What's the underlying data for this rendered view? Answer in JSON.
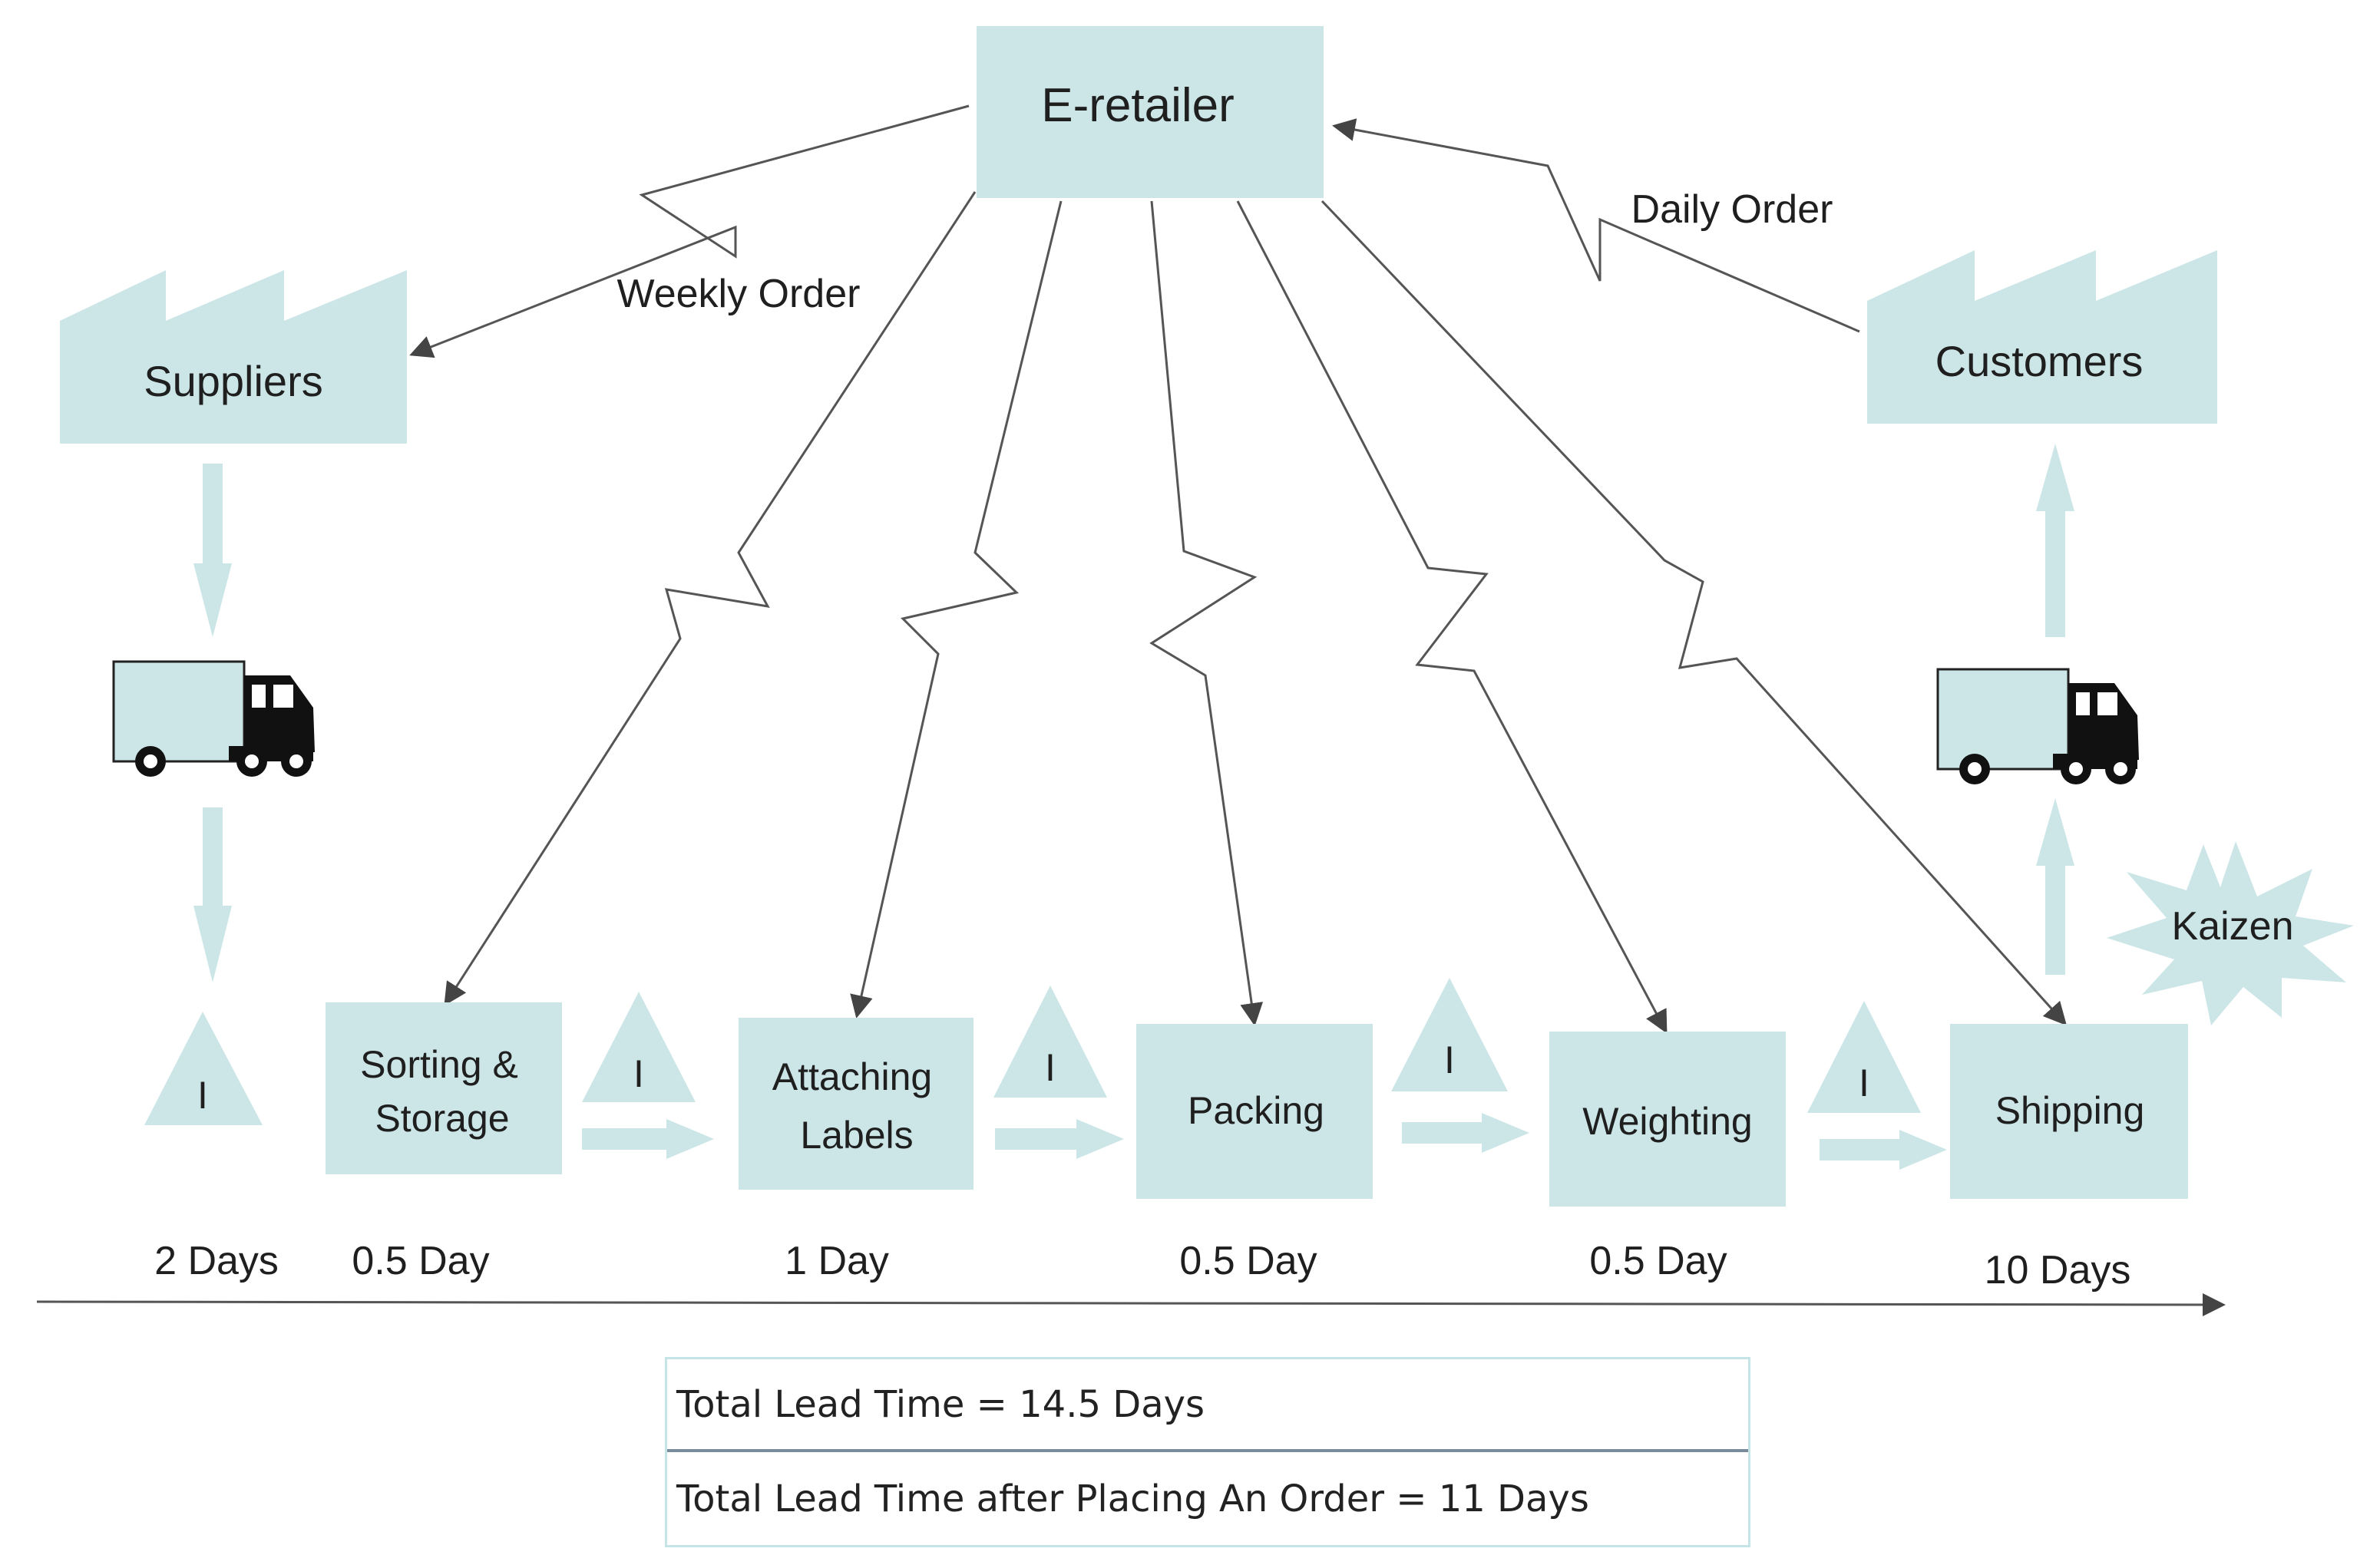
{
  "title": "E-retailer",
  "entities": {
    "suppliers": "Suppliers",
    "customers": "Customers"
  },
  "information_flows": {
    "weekly_order": "Weekly Order",
    "daily_order": "Daily Order"
  },
  "inventory_symbol": "I",
  "processes": [
    {
      "name_line1": "Sorting &",
      "name_line2": "Storage"
    },
    {
      "name_line1": "Attaching",
      "name_line2": "Labels"
    },
    {
      "name_line1": "Packing",
      "name_line2": ""
    },
    {
      "name_line1": "Weighting",
      "name_line2": ""
    },
    {
      "name_line1": "Shipping",
      "name_line2": ""
    }
  ],
  "kaizen": "Kaizen",
  "timeline": [
    "2 Days",
    "0.5 Day",
    "1 Day",
    "0.5 Day",
    "0.5 Day",
    "10 Days"
  ],
  "lead_time": {
    "total": "Total Lead Time = 14.5 Days",
    "after_order": "Total Lead Time after Placing An Order = 11 Days"
  },
  "colors": {
    "box_fill": "#cce6e8",
    "line": "#555555",
    "truck_cab": "#111111"
  }
}
